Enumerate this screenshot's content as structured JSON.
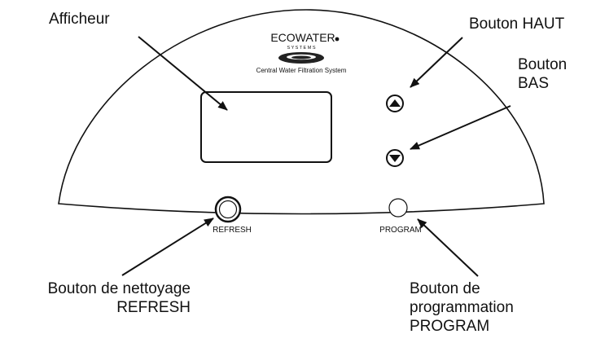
{
  "panel": {
    "brand": {
      "name": "ECOWATER",
      "sub": "S Y S T E M S",
      "tagline": "Central Water Filtration System"
    },
    "refresh_label": "REFRESH",
    "program_label": "PROGRAM"
  },
  "callouts": {
    "display": "Afficheur",
    "up": "Bouton HAUT",
    "down_1": "Bouton",
    "down_2": "BAS",
    "refresh_1": "Bouton de nettoyage",
    "refresh_2": "REFRESH",
    "program_1": "Bouton de",
    "program_2": "programmation",
    "program_3": "PROGRAM"
  },
  "colors": {
    "ink": "#111111",
    "background": "#ffffff"
  }
}
